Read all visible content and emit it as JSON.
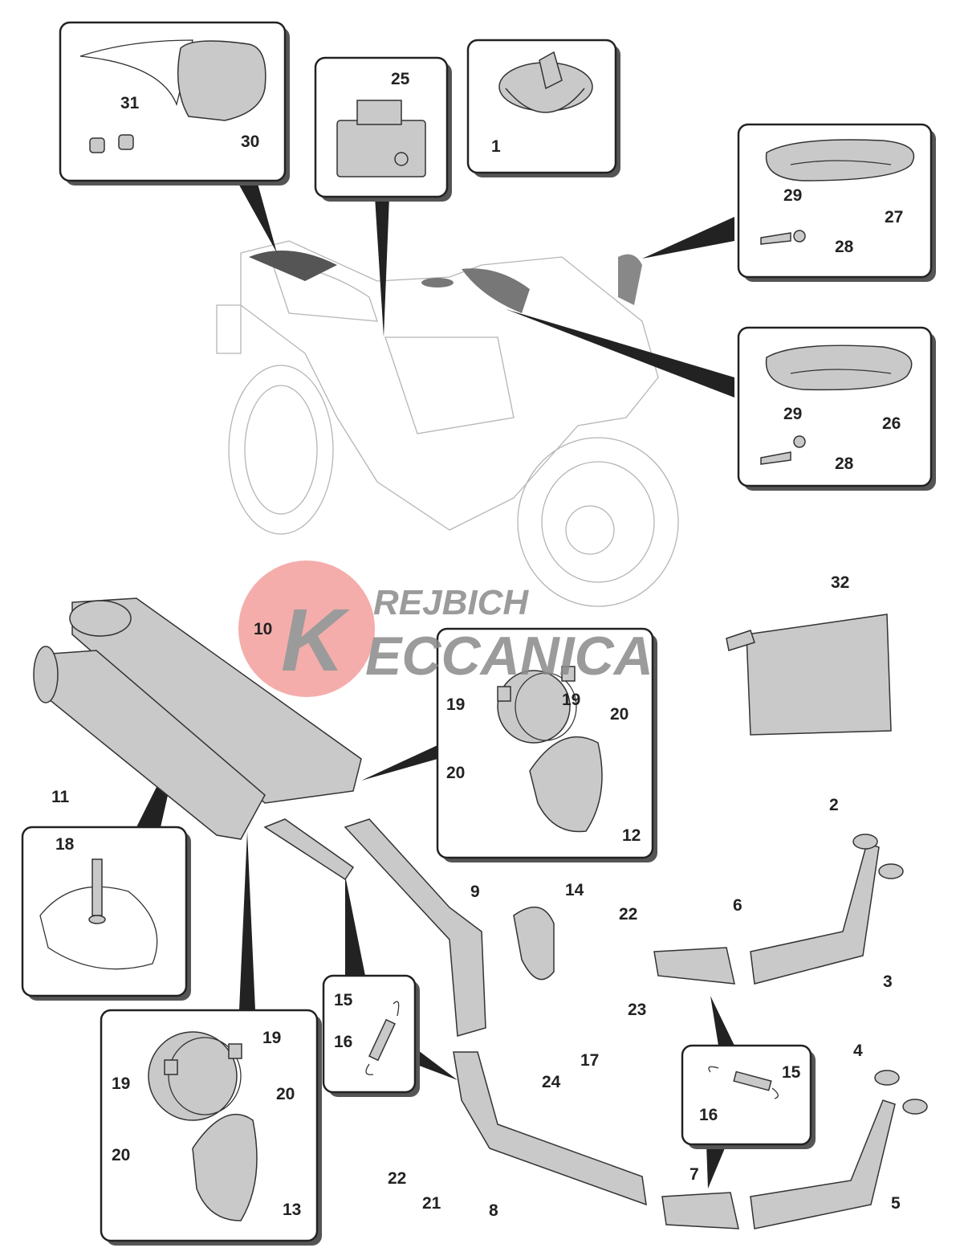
{
  "labels": [
    "31",
    "30",
    "25",
    "1",
    "29",
    "27",
    "28",
    "29",
    "26",
    "28",
    "32",
    "10",
    "11",
    "19",
    "19",
    "20",
    "20",
    "12",
    "18",
    "2",
    "9",
    "14",
    "22",
    "6",
    "3",
    "23",
    "17",
    "24",
    "15",
    "16",
    "19",
    "19",
    "20",
    "20",
    "13",
    "15",
    "16",
    "4",
    "5",
    "22",
    "21",
    "8",
    "7"
  ],
  "watermark": {
    "letter": "K",
    "line1": "REJBICH",
    "line2": "ECCANICA"
  },
  "colors": {
    "watermark_red": "#e8504a",
    "watermark_gray": "#8a8a8a"
  }
}
